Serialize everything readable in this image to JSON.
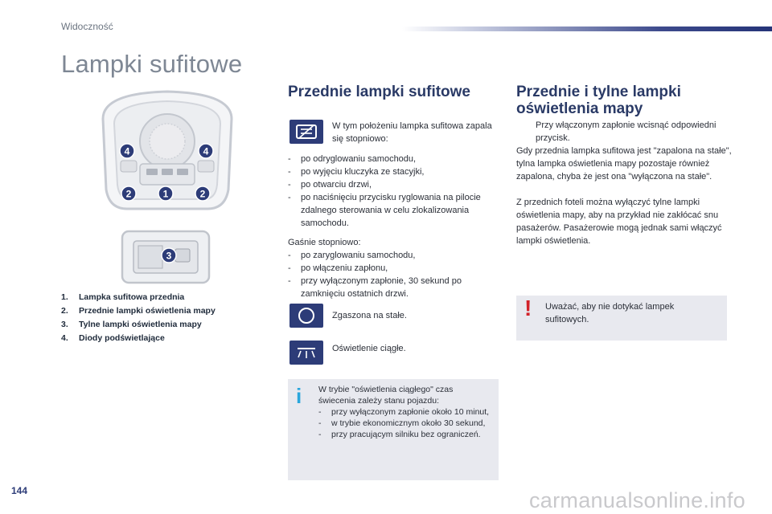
{
  "header": {
    "section": "Widoczność",
    "page_title": "Lampki sufitowe",
    "page_number": "144"
  },
  "legend": [
    {
      "num": "1.",
      "label": "Lampka sufitowa przednia"
    },
    {
      "num": "2.",
      "label": "Przednie lampki oświetlenia mapy"
    },
    {
      "num": "3.",
      "label": "Tylne lampki oświetlenia mapy"
    },
    {
      "num": "4.",
      "label": "Diody podświetlające"
    }
  ],
  "diagram": {
    "callouts": [
      "1",
      "2",
      "2",
      "3",
      "4",
      "4"
    ]
  },
  "middle": {
    "heading": "Przednie lampki sufitowe",
    "icon1_text": "W tym położeniu lampka sufitowa zapala się stopniowo:",
    "list1": [
      "po odryglowaniu samochodu,",
      "po wyjęciu kluczyka ze stacyjki,",
      "po otwarciu drzwi,",
      "po naciśnięciu przycisku ryglowania na pilocie zdalnego sterowania w celu zlokalizowania samochodu."
    ],
    "fade_intro": "Gaśnie stopniowo:",
    "list2": [
      "po zaryglowaniu samochodu,",
      "po włączeniu zapłonu,",
      "przy wyłączonym zapłonie, 30 sekund po zamknięciu ostatnich drzwi."
    ],
    "icon2_text": "Zgaszona na stałe.",
    "icon3_text": "Oświetlenie ciągłe.",
    "info": {
      "symbol": "i",
      "intro": "W trybie \"oświetlenia ciągłego\" czas świecenia zależy stanu pojazdu:",
      "items": [
        "przy wyłączonym zapłonie około 10 minut,",
        "w trybie ekonomicznym około 30 sekund,",
        "przy pracującym silniku bez ograniczeń."
      ]
    }
  },
  "right": {
    "heading_line1": "Przednie i tylne lampki",
    "heading_line2": "oświetlenia mapy",
    "bullet_symbol": "",
    "bullet_text": "Przy włączonym zapłonie wcisnąć odpowiedni przycisk.",
    "para1": "Gdy przednia lampka sufitowa jest \"zapalona na stałe\", tylna lampka oświetlenia mapy pozostaje również zapalona, chyba że jest ona \"wyłączona na stałe\".",
    "para2": "Z przednich foteli można wyłączyć tylne lampki oświetlenia mapy, aby na przykład nie zakłócać snu pasażerów. Pasażerowie mogą jednak sami włączyć lampki oświetlenia.",
    "warning": {
      "symbol": "!",
      "text": "Uważać, aby nie dotykać lampek sufitowych."
    }
  },
  "footer": {
    "watermark": "carmanualsonline.info"
  },
  "colors": {
    "accent": "#2d3c78",
    "heading": "#2a3a66",
    "info_box": "#e8e9ef",
    "warning_red": "#d2232a",
    "info_blue": "#2aa6dc"
  }
}
